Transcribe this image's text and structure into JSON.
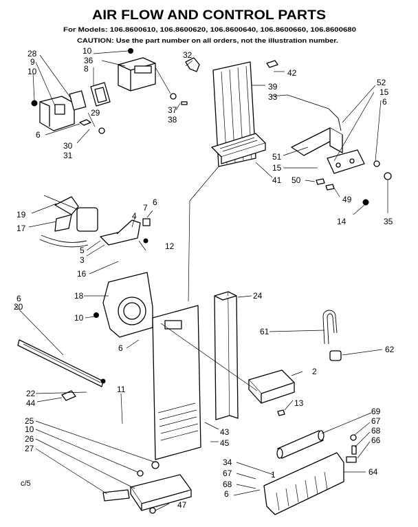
{
  "header": {
    "title": "AIR FLOW AND CONTROL PARTS",
    "models_line": "For Models: 106.8600610, 106.8600620, 106.8600640, 106.8600660, 106.8600680",
    "caution_line": "CAUTION: Use the part number on all orders, not the illustration number."
  },
  "footer_note": "c/5",
  "callouts": {
    "c28": "28",
    "c9": "9",
    "c10a": "10",
    "c6a": "6",
    "c29": "29",
    "c30": "30",
    "c31": "31",
    "c10b": "10",
    "c36": "36",
    "c8": "8",
    "c32": "32",
    "c37": "37",
    "c38": "38",
    "c39": "39",
    "c33": "33",
    "c42": "42",
    "c52": "52",
    "c15a": "15",
    "c6b": "6",
    "c51": "51",
    "c15b": "15",
    "c50": "50",
    "c41": "41",
    "c49": "49",
    "c14": "14",
    "c35": "35",
    "c19": "19",
    "c17": "17",
    "c7": "7",
    "c6c": "6",
    "c4": "4",
    "c12": "12",
    "c5": "5",
    "c3": "3",
    "c16": "16",
    "c18": "18",
    "c24": "24",
    "c10c": "10",
    "c6d": "6",
    "c6e": "6",
    "c20": "20",
    "c61": "61",
    "c62": "62",
    "c22": "22",
    "c44": "44",
    "c11": "11",
    "c2": "2",
    "c13": "13",
    "c25": "25",
    "c10d": "10",
    "c26": "26",
    "c27": "27",
    "c43": "43",
    "c45": "45",
    "c69": "69",
    "c67a": "67",
    "c68a": "68",
    "c66": "66",
    "c34": "34",
    "c67b": "67",
    "c68b": "68",
    "c64": "64",
    "c1": "1",
    "c6f": "6",
    "c47": "47"
  }
}
